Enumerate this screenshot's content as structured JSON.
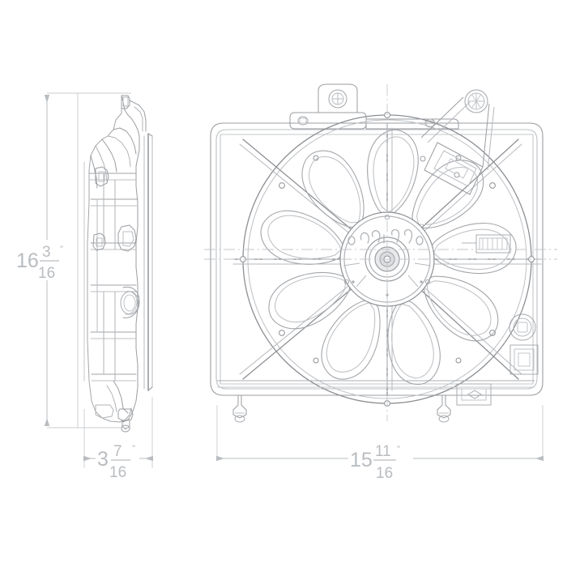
{
  "drawing": {
    "type": "engineering-dimension-drawing",
    "subject": "radiator cooling fan assembly with shroud",
    "background_color": "#ffffff",
    "line_color": "#8d9094",
    "light_line_color": "#c4c7cb",
    "dim_color": "#b9bcc0",
    "views": [
      {
        "name": "side-profile-view",
        "position": "left"
      },
      {
        "name": "front-view",
        "position": "right"
      }
    ]
  },
  "dimensions": {
    "height": {
      "name": "overall-height",
      "whole": "16",
      "numerator": "3",
      "denominator": "16",
      "unit": "”",
      "full_text": "16 3/16”",
      "orientation": "vertical",
      "applies_to": "side-profile-view"
    },
    "depth": {
      "name": "overall-depth",
      "whole": "3",
      "numerator": "7",
      "denominator": "16",
      "unit": "”",
      "full_text": "3 7/16”",
      "orientation": "horizontal",
      "applies_to": "side-profile-view"
    },
    "width": {
      "name": "overall-width",
      "whole": "15",
      "numerator": "11",
      "denominator": "16",
      "unit": "”",
      "full_text": "15 11/16”",
      "orientation": "horizontal",
      "applies_to": "front-view"
    }
  },
  "features": {
    "fan_blade_count": 9,
    "shroud_strut_count": 8,
    "mounting_tabs": 2,
    "mounting_feet": 2,
    "hub": "center-motor-hub",
    "connector": "electrical-connector"
  }
}
